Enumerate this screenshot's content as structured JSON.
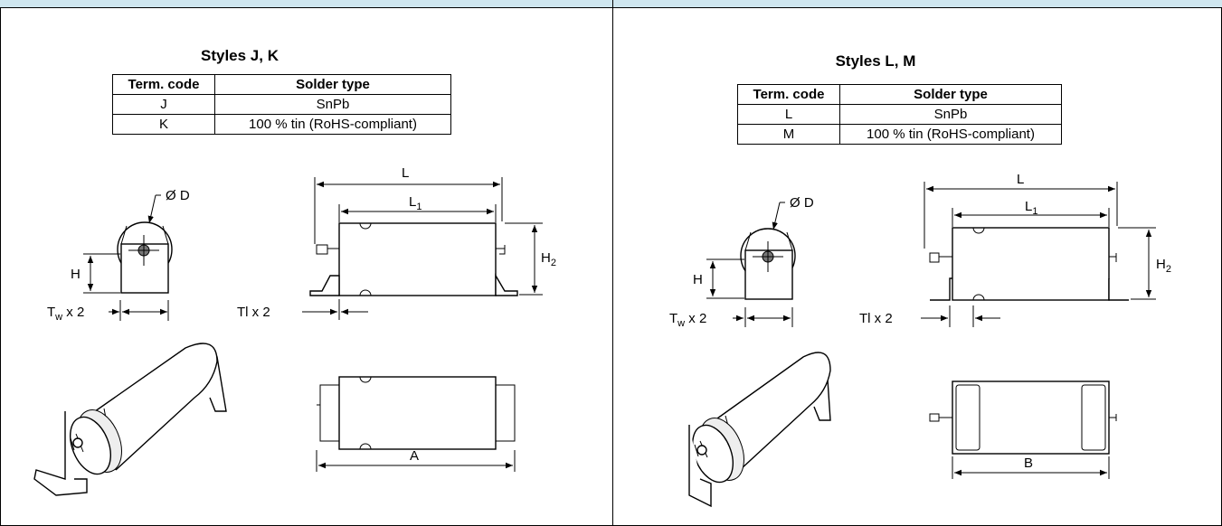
{
  "panels": [
    {
      "title": "Styles J, K",
      "table": {
        "headers": [
          "Term. code",
          "Solder type"
        ],
        "rows": [
          [
            "J",
            "SnPb"
          ],
          [
            "K",
            "100 % tin (RoHS-compliant)"
          ]
        ]
      },
      "labels": {
        "dia": "Ø D",
        "h": "H",
        "tw_main": "T",
        "tw_sub": "w",
        "tw_tail": " x 2",
        "l": "L",
        "l1_main": "L",
        "l1_sub": "1",
        "h2_main": "H",
        "h2_sub": "2",
        "tl": "Tl x 2",
        "bottom": "A"
      }
    },
    {
      "title": "Styles L, M",
      "table": {
        "headers": [
          "Term. code",
          "Solder type"
        ],
        "rows": [
          [
            "L",
            "SnPb"
          ],
          [
            "M",
            "100 % tin (RoHS-compliant)"
          ]
        ]
      },
      "labels": {
        "dia": "Ø D",
        "h": "H",
        "tw_main": "T",
        "tw_sub": "w",
        "tw_tail": " x 2",
        "l": "L",
        "l1_main": "L",
        "l1_sub": "1",
        "h2_main": "H",
        "h2_sub": "2",
        "tl": "Tl x 2",
        "bottom": "B"
      }
    }
  ]
}
